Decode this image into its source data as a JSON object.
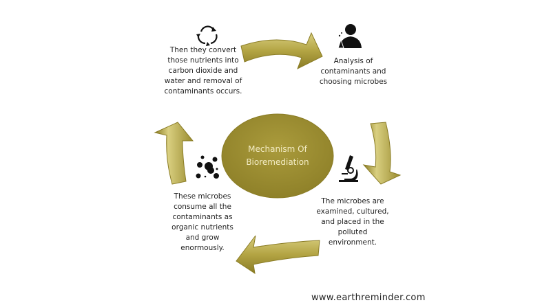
{
  "center": {
    "title_line1": "Mechanism Of",
    "title_line2": "Bioremediation"
  },
  "steps": [
    {
      "icon": "scientist-icon",
      "text": "Analysis of contaminants and choosing microbes"
    },
    {
      "icon": "microscope-icon",
      "text": "The microbes are examined, cultured, and placed in the polluted environment."
    },
    {
      "icon": "microbes-icon",
      "text": "These microbes consume all the contaminants as organic nutrients and grow enormously."
    },
    {
      "icon": "recycle-icon",
      "text": "Then they convert those nutrients into carbon dioxide and water and removal of contaminants occurs."
    }
  ],
  "watermark": "www.earthreminder.com",
  "colors": {
    "gold": "#a8983a",
    "gold_light": "#e0d58a",
    "gold_dark": "#7d7020"
  }
}
